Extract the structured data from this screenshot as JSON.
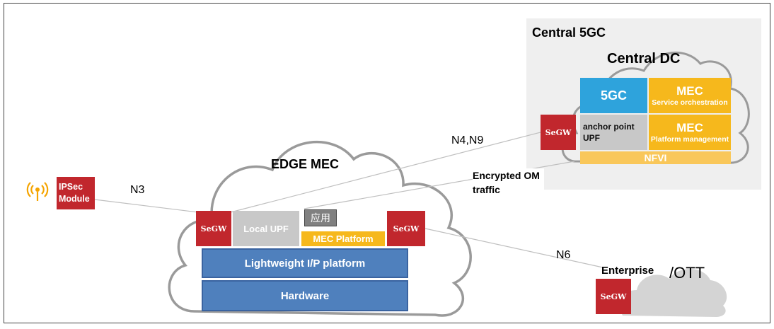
{
  "central": {
    "title": "Central 5GC",
    "dc_title": "Central DC",
    "fivegc": "5GC",
    "mec1_title": "MEC",
    "mec1_sub": "Service orchestration",
    "anchor_upf": "anchor point\nUPF",
    "mec2_title": "MEC",
    "mec2_sub": "Platform management",
    "nfvi": "NFVI",
    "segw": "SeGW"
  },
  "edge": {
    "title": "EDGE MEC",
    "local_upf": "Local UPF",
    "app": "应用",
    "mec_platform": "MEC Platform",
    "lightweight": "Lightweight I/P platform",
    "hardware": "Hardware",
    "segw_left": "SeGW",
    "segw_right": "SeGW"
  },
  "ipsec": {
    "label": "IPSec\nModule"
  },
  "links": {
    "n3": "N3",
    "n4n9": "N4,N9",
    "n6": "N6",
    "encrypted": "Encrypted  OM\ntraffic"
  },
  "enterprise": {
    "name": "Enterprise",
    "ott": "/OTT",
    "segw": "SeGW"
  }
}
